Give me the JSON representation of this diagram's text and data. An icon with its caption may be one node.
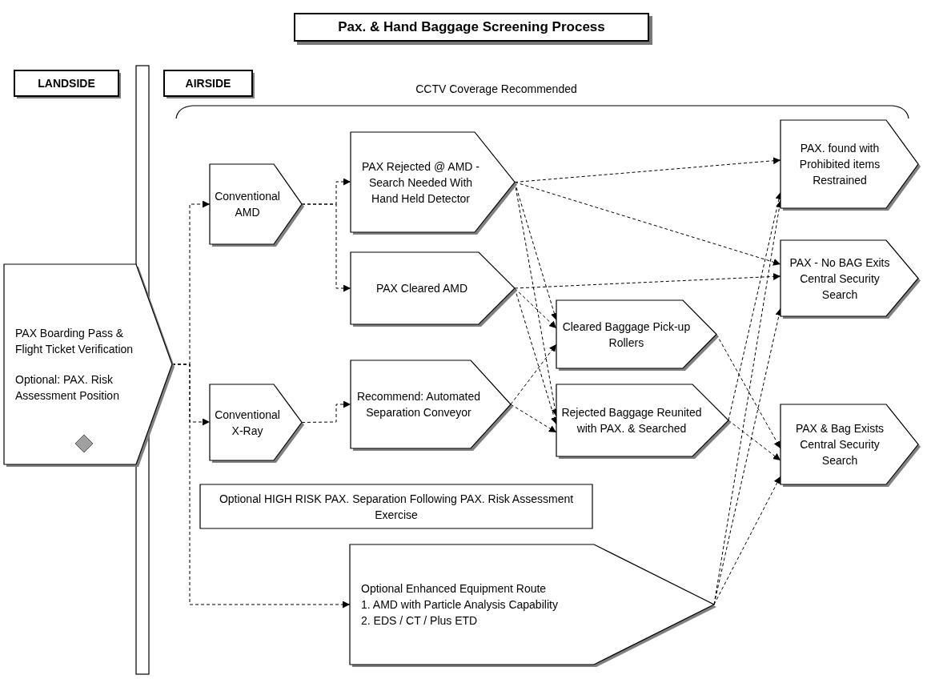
{
  "diagram": {
    "title": "Pax. &  Hand Baggage Screening Process",
    "nodes": [
      {
        "text": [
          "LANDSIDE"
        ]
      },
      {
        "text": [
          "AIRSIDE"
        ]
      },
      {
        "text": [
          "PAX Boarding Pass & Flight Ticket Verification",
          "Optional: PAX. Risk Assessment Position"
        ]
      },
      {
        "text": [
          "Conventional AMD"
        ]
      },
      {
        "text": [
          "PAX Rejected @ AMD - Search Needed With Hand Held Detector"
        ]
      },
      {
        "text": [
          "PAX Cleared AMD"
        ]
      },
      {
        "text": [
          "Conventional X-Ray"
        ]
      },
      {
        "text": [
          "Recommend: Automated Separation Conveyor"
        ]
      },
      {
        "text": [
          "Cleared Baggage Pick-up Rollers"
        ]
      },
      {
        "text": [
          "Rejected Baggage Reunited with PAX. & Searched"
        ]
      },
      {
        "text": [
          "PAX. found with Prohibited items Restrained"
        ]
      },
      {
        "text": [
          "PAX - No BAG Exits Central Security Search"
        ]
      },
      {
        "text": [
          "PAX & Bag Exists Central Security Search"
        ]
      },
      {
        "text": [
          "Optional HIGH RISK PAX. Separation Following PAX. Risk Assessment Exercise"
        ]
      },
      {
        "text": [
          "Optional Enhanced Equipment Route",
          "1. AMD with Particle Analysis Capability",
          "2. EDS / CT / Plus ETD"
        ]
      },
      {
        "text": [],
        "shape": "bar"
      }
    ],
    "edges": [
      {
        "from": 2,
        "to": 3,
        "arrow": "to",
        "style": "dashed"
      },
      {
        "from": 2,
        "to": 6,
        "arrow": "to",
        "style": "dashed"
      },
      {
        "from": 2,
        "to": 14,
        "arrow": "to",
        "style": "dashed"
      },
      {
        "from": 3,
        "to": 4,
        "arrow": "to",
        "style": "dashed"
      },
      {
        "from": 3,
        "to": 5,
        "arrow": "to",
        "style": "dashed"
      },
      {
        "from": 6,
        "to": 7,
        "arrow": "to",
        "style": "dashed"
      },
      {
        "from": 4,
        "to": 10,
        "arrow": "to",
        "style": "dashed"
      },
      {
        "from": 4,
        "to": 11,
        "arrow": "to",
        "style": "dashed"
      },
      {
        "from": 4,
        "to": 8,
        "arrow": "to",
        "style": "dashed"
      },
      {
        "from": 4,
        "to": 9,
        "arrow": "to",
        "style": "dashed"
      },
      {
        "from": 5,
        "to": 11,
        "arrow": "to",
        "style": "dashed"
      },
      {
        "from": 5,
        "to": 8,
        "arrow": "to",
        "style": "dashed"
      },
      {
        "from": 5,
        "to": 9,
        "arrow": "to",
        "style": "dashed"
      },
      {
        "from": 7,
        "to": 8,
        "arrow": "to",
        "style": "dashed"
      },
      {
        "from": 7,
        "to": 9,
        "arrow": "to",
        "style": "dashed"
      },
      {
        "from": 8,
        "to": 12,
        "arrow": "to",
        "style": "dashed"
      },
      {
        "from": 9,
        "to": 12,
        "arrow": "to",
        "style": "dashed"
      },
      {
        "from": 9,
        "to": 10,
        "arrow": "to",
        "style": "dashed"
      },
      {
        "from": 14,
        "to": 10,
        "arrow": "to",
        "style": "dashed"
      },
      {
        "from": 14,
        "to": 11,
        "arrow": "to",
        "style": "dashed"
      },
      {
        "from": 14,
        "to": 12,
        "arrow": "to",
        "style": "dashed"
      }
    ],
    "labels": [
      "CCTV Coverage Recommended"
    ]
  }
}
